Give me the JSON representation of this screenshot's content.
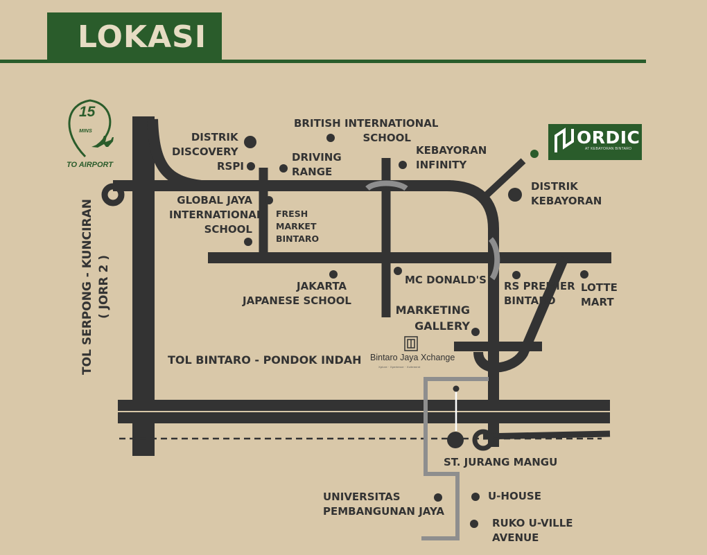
{
  "header": {
    "title": "LOKASI"
  },
  "badge": {
    "number": "15",
    "unit": "MINS",
    "caption": "TO AIRPORT"
  },
  "logo": {
    "name": "ORDIC",
    "tagline": "AT KEBAYORAN BINTARO"
  },
  "bjx": {
    "name": "Bintaro Jaya Xchange",
    "tagline": "Xplore · Xperience · Xcitement"
  },
  "roads": {
    "jorr": [
      "TOL SERPONG - KUNCIRAN",
      "( JORR 2 )"
    ],
    "tol_bintaro": "TOL BINTARO - PONDOK INDAH"
  },
  "places": {
    "distrik_discovery": [
      "DISTRIK",
      "DISCOVERY"
    ],
    "rspi": "RSPI",
    "british_school": [
      "BRITISH INTERNATIONAL",
      "SCHOOL"
    ],
    "driving_range": [
      "DRIVING",
      "RANGE"
    ],
    "kebayoran_infinity": [
      "KEBAYORAN",
      "INFINITY"
    ],
    "distrik_kebayoran": [
      "DISTRIK",
      "KEBAYORAN"
    ],
    "global_jaya": [
      "GLOBAL JAYA",
      "INTERNATIONAL",
      "SCHOOL"
    ],
    "fresh_market": [
      "FRESH",
      "MARKET",
      "BINTARO"
    ],
    "jakarta_japanese": [
      "JAKARTA",
      "JAPANESE SCHOOL"
    ],
    "mcdonalds": "MC DONALD'S",
    "rs_premier": [
      "RS PREMIER",
      "BINTARO"
    ],
    "lotte_mart": [
      "LOTTE",
      "MART"
    ],
    "marketing_gallery": [
      "MARKETING",
      "GALLERY"
    ],
    "st_jurang_mangu": "ST. JURANG MANGU",
    "universitas": [
      "UNIVERSITAS",
      "PEMBANGUNAN JAYA"
    ],
    "u_house": "U-HOUSE",
    "ruko": [
      "RUKO U-VILLE",
      "AVENUE"
    ]
  },
  "colors": {
    "background": "#d9c8a9",
    "road": "#333333",
    "brand_green": "#2a5c2b",
    "accent_gray": "#8e8e8e"
  }
}
